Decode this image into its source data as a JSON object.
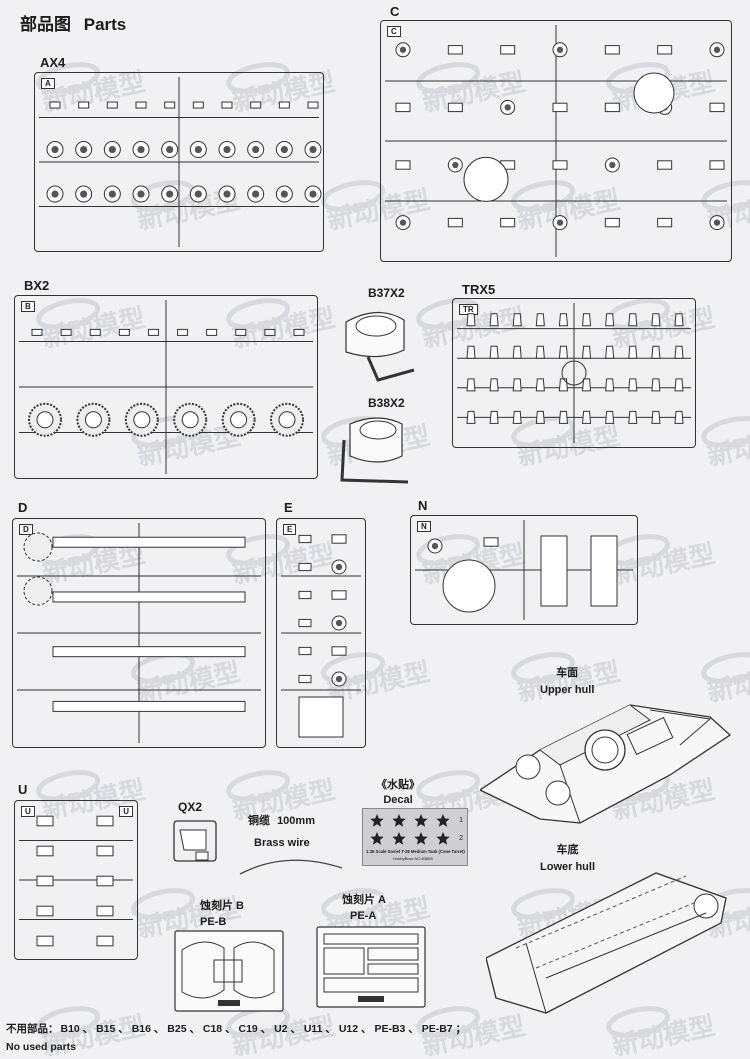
{
  "header": {
    "cn": "部品图",
    "en": "Parts"
  },
  "sprues": {
    "ax4": {
      "title": "AX4",
      "tab": "A"
    },
    "c": {
      "title": "C",
      "tab": "C"
    },
    "bx2": {
      "title": "BX2",
      "tab": "B"
    },
    "b37": {
      "title": "B37X2"
    },
    "b38": {
      "title": "B38X2"
    },
    "trx5": {
      "title": "TRX5",
      "tab": "TR"
    },
    "d": {
      "title": "D",
      "tab": "D"
    },
    "e": {
      "title": "E",
      "tab": "E"
    },
    "n": {
      "title": "N",
      "tab": "N"
    },
    "u": {
      "title": "U",
      "tab": "U",
      "tab2": "U"
    },
    "qx2": {
      "title": "QX2"
    }
  },
  "upper_hull": {
    "cn": "车面",
    "en": "Upper hull"
  },
  "lower_hull": {
    "cn": "车底",
    "en": "Lower  hull"
  },
  "decal": {
    "cn": "《水贴》",
    "en": "Decal",
    "caption": "1:35 Scale Soviet T-28 Medium Tank (Cone Turret)",
    "maker": "HobbyBoss NO.83855",
    "rows": [
      "1",
      "2"
    ]
  },
  "brass_wire": {
    "cn": "铜缆",
    "length": "100mm",
    "en": "Brass  wire"
  },
  "pe_b": {
    "cn": "蚀刻片 B",
    "en": "PE-B"
  },
  "pe_a": {
    "cn": "蚀刻片 A",
    "en": "PE-A"
  },
  "no_used": {
    "cn": "不用部品：",
    "list": "B10 、 B15 、 B16 、 B25 、 C18 、 C19 、 U2 、 U11 、 U12 、 PE-B3 、 PE-B7 ；",
    "en": "No used parts"
  },
  "watermark": "新动模型",
  "colors": {
    "line": "#333333",
    "paper": "#f1f1f3",
    "watermark": "#d8d9df"
  }
}
